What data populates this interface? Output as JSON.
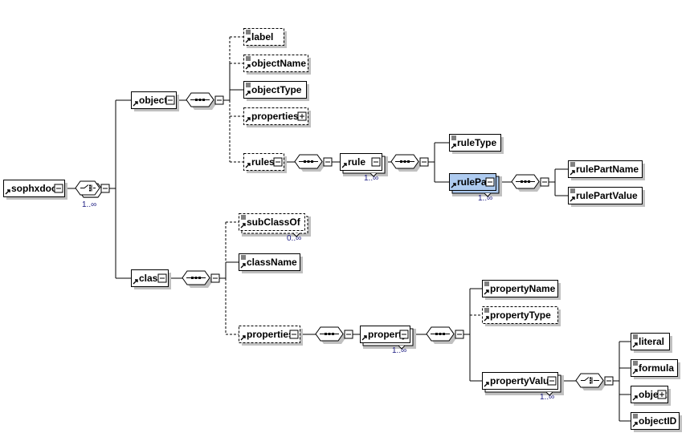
{
  "diagram": {
    "title": "sophxdoc schema",
    "colors": {
      "selected_fill": "#aecbf0",
      "box_fill": "#ffffff",
      "shadow": "#c0c0c0",
      "line": "#000000"
    },
    "elements": [
      {
        "id": "sophxdoc",
        "label": "sophxdoc",
        "optional": false,
        "multi": false,
        "simple": false,
        "expander": "minus",
        "selected": false
      },
      {
        "id": "object",
        "label": "object",
        "optional": false,
        "multi": false,
        "simple": false,
        "expander": "minus",
        "selected": false
      },
      {
        "id": "label",
        "label": "label",
        "optional": true,
        "multi": false,
        "simple": true,
        "expander": null,
        "selected": false
      },
      {
        "id": "objectName",
        "label": "objectName",
        "optional": true,
        "multi": false,
        "simple": true,
        "expander": null,
        "selected": false
      },
      {
        "id": "objectType",
        "label": "objectType",
        "optional": false,
        "multi": false,
        "simple": true,
        "expander": null,
        "selected": false
      },
      {
        "id": "properties1",
        "label": "properties",
        "optional": true,
        "multi": false,
        "simple": false,
        "expander": "plus",
        "selected": false
      },
      {
        "id": "rules",
        "label": "rules",
        "optional": true,
        "multi": false,
        "simple": false,
        "expander": "minus",
        "selected": false
      },
      {
        "id": "rule",
        "label": "rule",
        "optional": false,
        "multi": true,
        "cardinality": "1..∞",
        "simple": false,
        "expander": "minus",
        "selected": false
      },
      {
        "id": "ruleType",
        "label": "ruleType",
        "optional": false,
        "multi": false,
        "simple": true,
        "expander": null,
        "selected": false
      },
      {
        "id": "rulePart",
        "label": "rulePart",
        "optional": false,
        "multi": true,
        "cardinality": "1..∞",
        "simple": false,
        "expander": "minus",
        "selected": true
      },
      {
        "id": "rulePartName",
        "label": "rulePartName",
        "optional": false,
        "multi": false,
        "simple": true,
        "expander": null,
        "selected": false
      },
      {
        "id": "rulePartValue",
        "label": "rulePartValue",
        "optional": false,
        "multi": false,
        "simple": true,
        "expander": null,
        "selected": false
      },
      {
        "id": "class",
        "label": "class",
        "optional": false,
        "multi": false,
        "simple": false,
        "expander": "minus",
        "selected": false
      },
      {
        "id": "subClassOf",
        "label": "subClassOf",
        "optional": true,
        "multi": true,
        "cardinality": "0..∞",
        "simple": true,
        "expander": null,
        "selected": false
      },
      {
        "id": "className",
        "label": "className",
        "optional": false,
        "multi": false,
        "simple": true,
        "expander": null,
        "selected": false
      },
      {
        "id": "properties2",
        "label": "properties",
        "optional": true,
        "multi": false,
        "simple": false,
        "expander": "minus",
        "selected": false
      },
      {
        "id": "property",
        "label": "property",
        "optional": false,
        "multi": true,
        "cardinality": "1..∞",
        "simple": false,
        "expander": "minus",
        "selected": false
      },
      {
        "id": "propertyName",
        "label": "propertyName",
        "optional": false,
        "multi": false,
        "simple": true,
        "expander": null,
        "selected": false
      },
      {
        "id": "propertyType",
        "label": "propertyType",
        "optional": true,
        "multi": false,
        "simple": true,
        "expander": null,
        "selected": false
      },
      {
        "id": "propertyValue",
        "label": "propertyValue",
        "optional": false,
        "multi": true,
        "cardinality": "1..∞",
        "simple": false,
        "expander": "minus",
        "selected": false
      },
      {
        "id": "literal",
        "label": "literal",
        "optional": false,
        "multi": false,
        "simple": true,
        "expander": null,
        "selected": false
      },
      {
        "id": "formula",
        "label": "formula",
        "optional": false,
        "multi": false,
        "simple": true,
        "expander": null,
        "selected": false
      },
      {
        "id": "object2",
        "label": "object",
        "optional": false,
        "multi": false,
        "simple": false,
        "expander": "plus",
        "selected": false
      },
      {
        "id": "objectID",
        "label": "objectID",
        "optional": false,
        "multi": false,
        "simple": true,
        "expander": null,
        "selected": false
      }
    ],
    "compositors": [
      {
        "id": "c_root",
        "kind": "choice",
        "cardinality": "1..∞",
        "multi": true
      },
      {
        "id": "c_object",
        "kind": "sequence",
        "multi": false
      },
      {
        "id": "c_rules",
        "kind": "sequence",
        "multi": false
      },
      {
        "id": "c_rule",
        "kind": "sequence",
        "multi": false
      },
      {
        "id": "c_rulePart",
        "kind": "sequence",
        "multi": false
      },
      {
        "id": "c_class",
        "kind": "sequence",
        "multi": false
      },
      {
        "id": "c_props",
        "kind": "sequence",
        "multi": false
      },
      {
        "id": "c_property",
        "kind": "sequence",
        "multi": false
      },
      {
        "id": "c_pv",
        "kind": "choice",
        "multi": false
      }
    ],
    "tree": {
      "sophxdoc": "c_root",
      "c_root": [
        "object",
        "class"
      ],
      "object": "c_object",
      "c_object": [
        "label",
        "objectName",
        "objectType",
        "properties1",
        "rules"
      ],
      "rules": "c_rules",
      "c_rules": [
        "rule"
      ],
      "rule": "c_rule",
      "c_rule": [
        "ruleType",
        "rulePart"
      ],
      "rulePart": "c_rulePart",
      "c_rulePart": [
        "rulePartName",
        "rulePartValue"
      ],
      "class": "c_class",
      "c_class": [
        "subClassOf",
        "className",
        "properties2"
      ],
      "properties2": "c_props",
      "c_props": [
        "property"
      ],
      "property": "c_property",
      "c_property": [
        "propertyName",
        "propertyType",
        "propertyValue"
      ],
      "propertyValue": "c_pv",
      "c_pv": [
        "literal",
        "formula",
        "object2",
        "objectID"
      ]
    }
  }
}
